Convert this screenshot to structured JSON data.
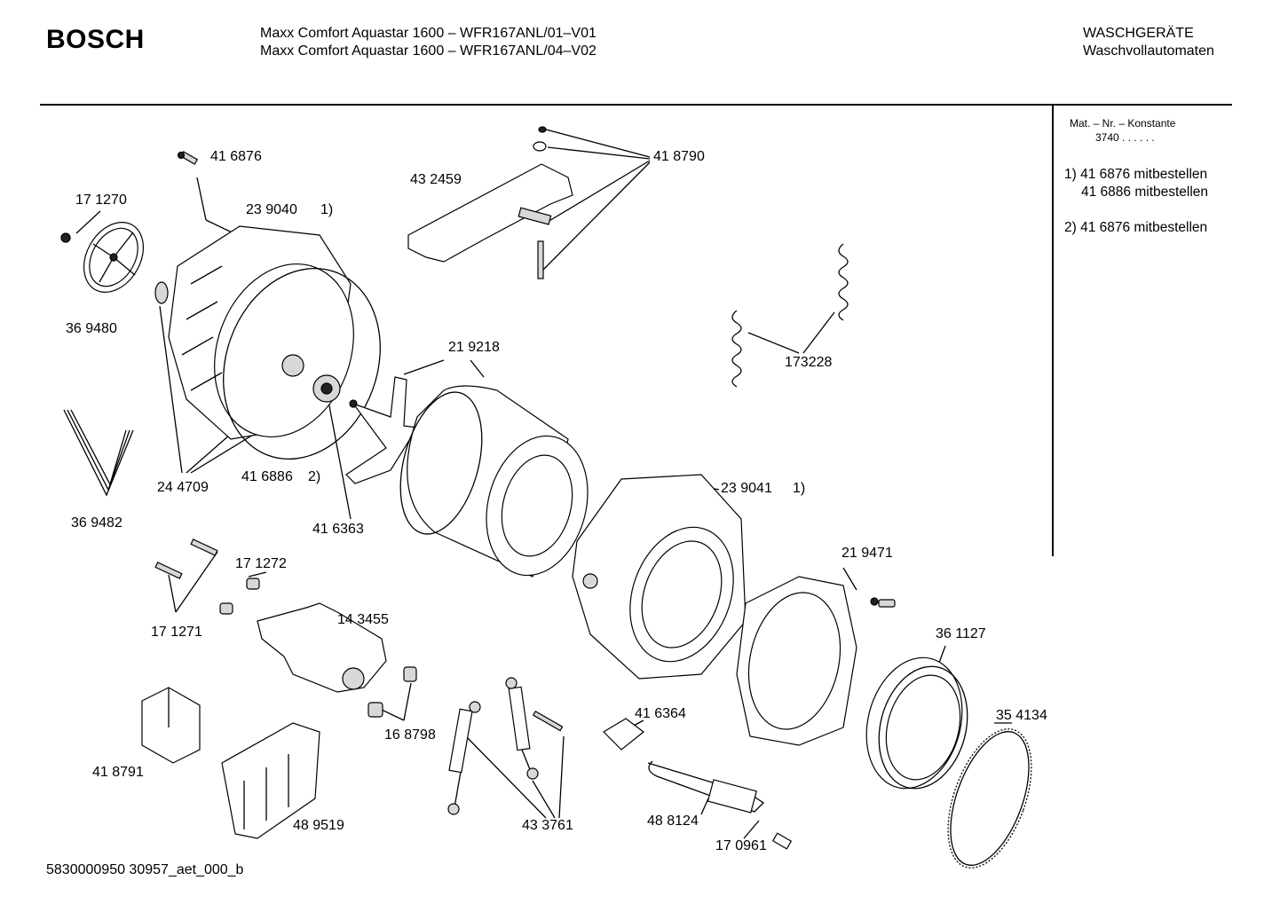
{
  "header": {
    "brand": "BOSCH",
    "model_line_1": "Maxx Comfort Aquastar 1600 – WFR167ANL/01–V01",
    "model_line_2": "Maxx Comfort Aquastar 1600 – WFR167ANL/04–V02",
    "category": "WASCHGERÄTE",
    "subcategory": "Waschvollautomaten"
  },
  "sidebar": {
    "mat_nr_label": "Mat. – Nr. – Konstante",
    "mat_nr_value": "3740  .  .  .  .  .  .",
    "note_1_line_1": "1) 41 6876 mitbestellen",
    "note_1_line_2": "41 6886 mitbestellen",
    "note_2": "2) 41 6876 mitbestellen"
  },
  "parts": {
    "p416876": "41 6876",
    "p171270": "17 1270",
    "p239040": "23 9040",
    "p239040_note": "1)",
    "p432459": "43 2459",
    "p418790": "41 8790",
    "p369480": "36 9480",
    "p173228": "173228",
    "p219218": "21  9218",
    "p244709": "24 4709",
    "p416886": "41 6886",
    "p416886_note": "2)",
    "p369482": "36 9482",
    "p416363": "41 6363",
    "p239041": "23 9041",
    "p239041_note": "1)",
    "p171272": "17 1272",
    "p143455": "14  3455",
    "p219471": "21 9471",
    "p171271": "17 1271",
    "p361127": "36 1127",
    "p416364": "41 6364",
    "p354134": "35 4134",
    "p168798": "16 8798",
    "p418791": "41 8791",
    "p488124": "48 8124",
    "p489519": "48 9519",
    "p433761": "43 3761",
    "p170961": "17 0961"
  },
  "footer": {
    "code": "5830000950 30957_aet_000_b"
  }
}
